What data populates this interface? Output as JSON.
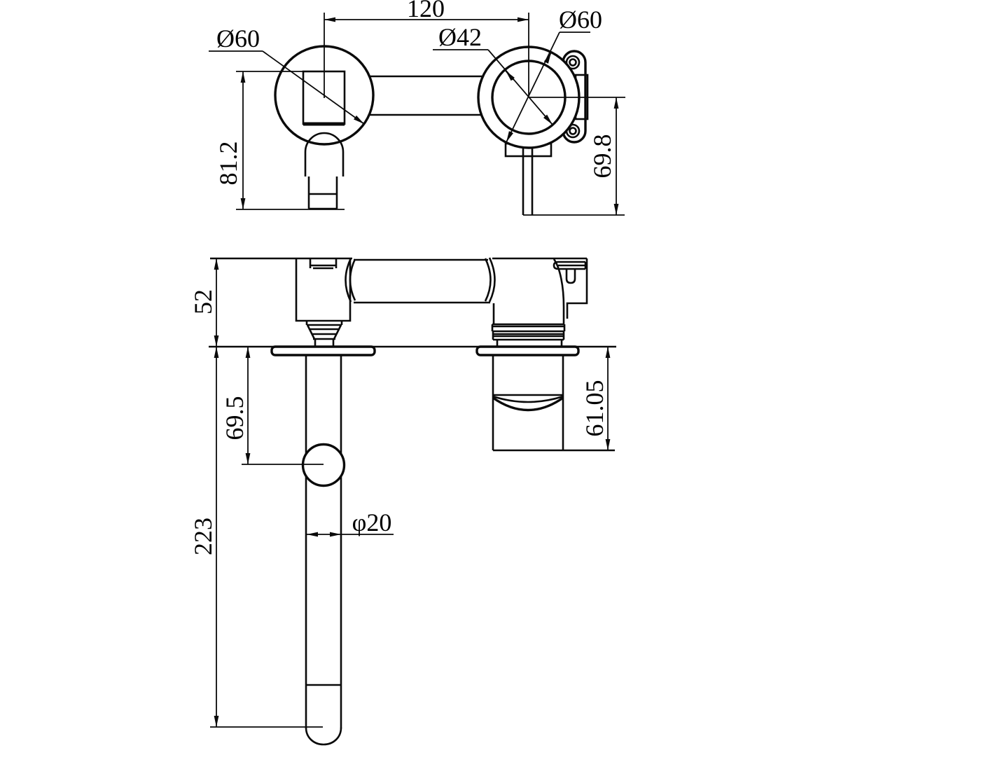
{
  "front_view": {
    "labels": {
      "center_spacing": "120",
      "left_flange_dia": "Ø60",
      "socket_dia": "Ø42",
      "right_flange_dia": "Ø60",
      "left_height": "81.2",
      "right_height": "69.8"
    }
  },
  "side_view": {
    "labels": {
      "projection": "52",
      "spout_drop": "69.5",
      "handle_drop": "61.05",
      "spout_length": "223",
      "tube_dia": "φ20"
    }
  }
}
